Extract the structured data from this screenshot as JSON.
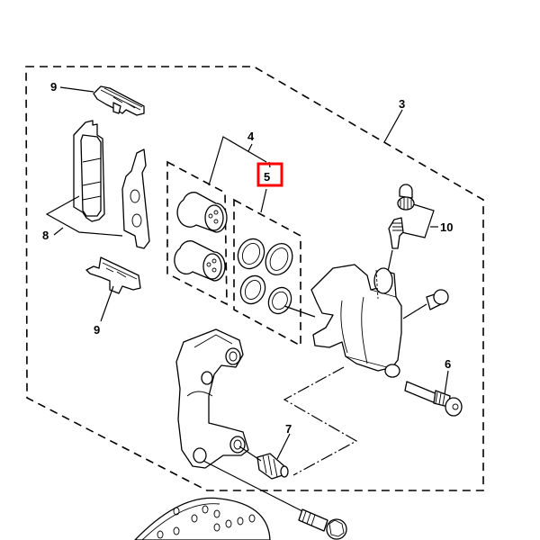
{
  "diagram": {
    "title": "Front brake caliper exploded view",
    "callouts": [
      {
        "id": "3",
        "label": "3",
        "part": "caliper-assembly"
      },
      {
        "id": "4",
        "label": "4",
        "part": "piston-set"
      },
      {
        "id": "5",
        "label": "5",
        "part": "caliper-seal-kit"
      },
      {
        "id": "6",
        "label": "6",
        "part": "caliper-pin-bolt"
      },
      {
        "id": "7",
        "label": "7",
        "part": "pin-boot"
      },
      {
        "id": "8a",
        "label": "8",
        "part": "brake-pad-kit"
      },
      {
        "id": "9a",
        "label": "9",
        "part": "pad-support-upper"
      },
      {
        "id": "9b",
        "label": "9",
        "part": "pad-support-lower"
      },
      {
        "id": "10",
        "label": "10",
        "part": "bleed-screw-set"
      }
    ],
    "highlight": {
      "label": "5",
      "color": "#ff0000"
    }
  }
}
